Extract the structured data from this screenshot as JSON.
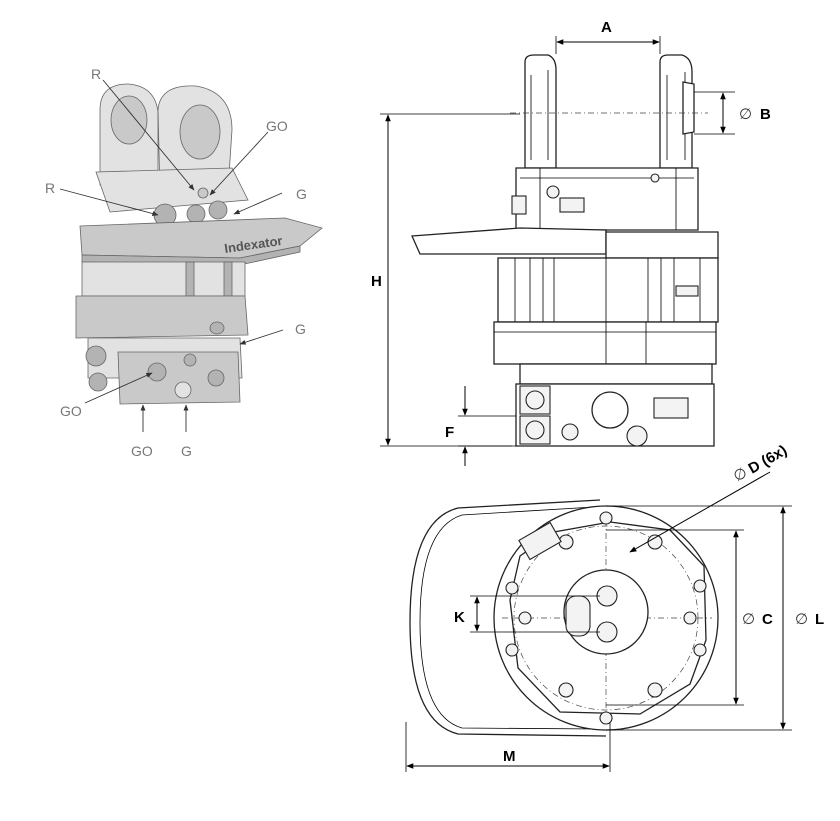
{
  "iso_view": {
    "brand": "Indexator",
    "callouts": {
      "r_top": "R",
      "go_top": "GO",
      "r_left": "R",
      "g_right_top": "G",
      "g_right_mid": "G",
      "go_left": "GO",
      "go_bottom": "GO",
      "g_bottom": "G"
    }
  },
  "side_view": {
    "dims": {
      "a": "A",
      "b": "B",
      "h": "H",
      "f": "F"
    },
    "dia_symbol": "∅"
  },
  "top_view": {
    "dims": {
      "d": "D (6x)",
      "c": "C",
      "l": "L",
      "k": "K",
      "m": "M"
    },
    "dia_symbol": "∅"
  }
}
